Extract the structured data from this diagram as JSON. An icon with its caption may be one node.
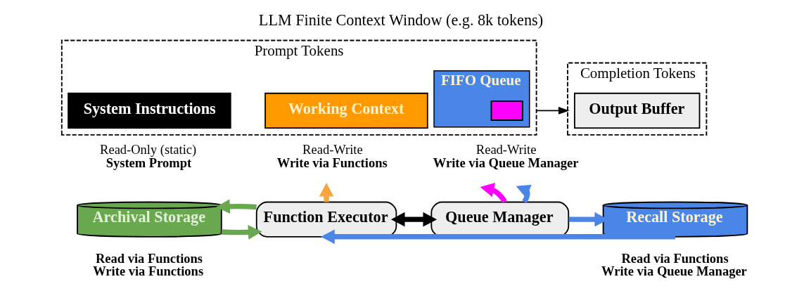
{
  "diagram": {
    "title": "LLM Finite Context Window (e.g. 8k tokens)",
    "nodes": [
      {
        "text": [
          "Prompt Tokens"
        ]
      },
      {
        "text": [
          "System Instructions"
        ],
        "in": 0,
        "beside": [
          "Read-Only (static)",
          "System Prompt"
        ]
      },
      {
        "text": [
          "Working Context"
        ],
        "in": 0,
        "beside": [
          "Read-Write",
          "Write via Functions"
        ]
      },
      {
        "text": [
          "FIFO Queue"
        ],
        "in": 0,
        "beside": [
          "Read-Write",
          "Write via Queue Manager"
        ]
      },
      {
        "text": [],
        "shape": "box",
        "in": 3
      },
      {
        "text": [
          "Completion Tokens"
        ]
      },
      {
        "text": [
          "Output Buffer"
        ],
        "in": 5
      },
      {
        "text": [
          "Archival Storage"
        ],
        "beside": [
          "Read via Functions",
          "Write via Functions"
        ]
      },
      {
        "text": [
          "Function Executor"
        ]
      },
      {
        "text": [
          "Queue Manager"
        ]
      },
      {
        "text": [
          "Recall Storage"
        ],
        "beside": [
          "Read via Functions",
          "Write via Queue Manager"
        ]
      }
    ],
    "edges": [
      {
        "from": 0,
        "to": 5,
        "arrow": "to",
        "color": "#000000"
      },
      {
        "from": 7,
        "to": 8,
        "arrow": "to",
        "color": "#6aa84f"
      },
      {
        "from": 8,
        "to": 7,
        "arrow": "to",
        "color": "#6aa84f"
      },
      {
        "from": 8,
        "to": 9,
        "arrow": "both",
        "color": "#000000"
      },
      {
        "from": 9,
        "to": 10,
        "arrow": "to",
        "color": "#4a86e8"
      },
      {
        "from": 10,
        "to": 8,
        "arrow": "to",
        "color": "#4a86e8"
      },
      {
        "from": 8,
        "to": null,
        "arrow": "to",
        "color": "#f6a540"
      },
      {
        "from": 9,
        "to": null,
        "arrow": "to",
        "color": "#ff00ff"
      },
      {
        "from": 9,
        "to": null,
        "arrow": "to",
        "color": "#4a86e8"
      }
    ]
  }
}
